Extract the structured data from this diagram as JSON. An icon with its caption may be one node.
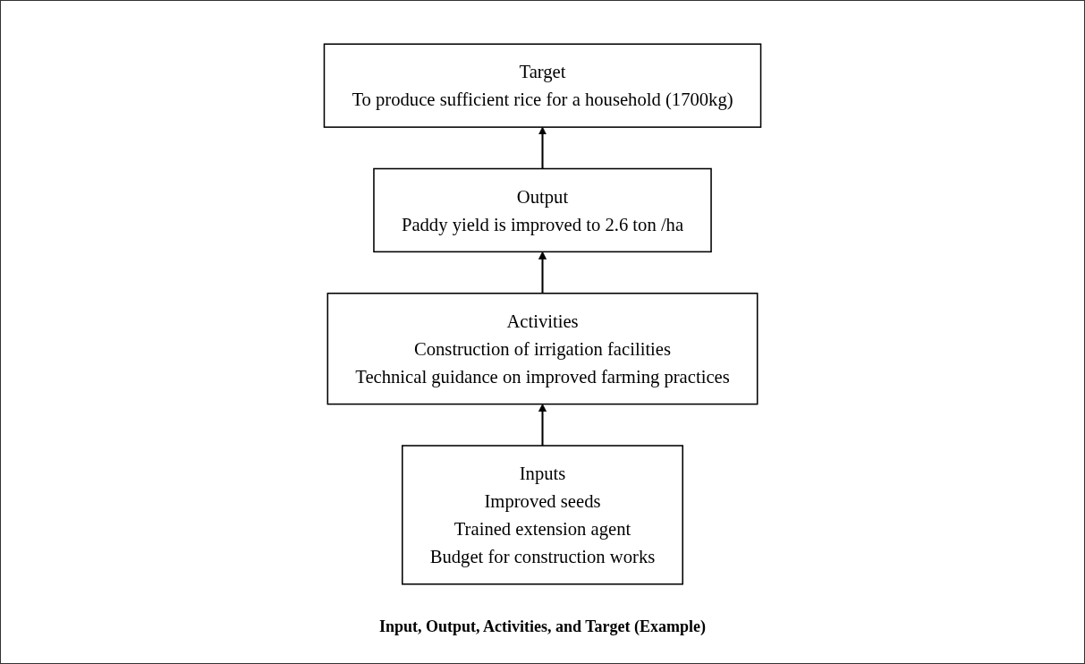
{
  "diagram": {
    "caption": "Input, Output, Activities, and Target (Example)",
    "nodes": [
      {
        "text": [
          "Target",
          "To produce sufficient rice for a household (1700kg)"
        ]
      },
      {
        "text": [
          "Output",
          "Paddy yield is improved to 2.6 ton /ha"
        ]
      },
      {
        "text": [
          "Activities",
          "Construction of irrigation facilities",
          "Technical guidance on improved farming practices"
        ]
      },
      {
        "text": [
          "Inputs",
          "Improved seeds",
          "Trained extension agent",
          "Budget for construction works"
        ]
      }
    ],
    "edges": [
      {
        "from": 3,
        "to": 2,
        "arrow": "to"
      },
      {
        "from": 2,
        "to": 1,
        "arrow": "to"
      },
      {
        "from": 1,
        "to": 0,
        "arrow": "to"
      }
    ]
  }
}
